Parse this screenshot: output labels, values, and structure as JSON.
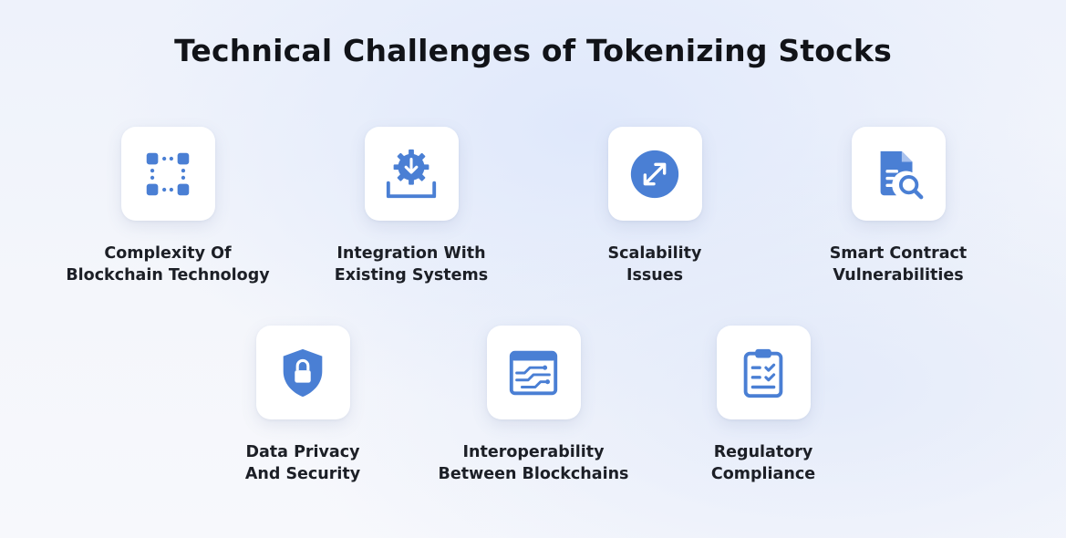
{
  "title": "Technical Challenges of Tokenizing Stocks",
  "accent_color": "#4a7fd4",
  "items": [
    {
      "icon": "dashed-square-nodes-icon",
      "line1": "Complexity Of",
      "line2": "Blockchain Technology"
    },
    {
      "icon": "gear-download-icon",
      "line1": "Integration With",
      "line2": "Existing Systems"
    },
    {
      "icon": "resize-arrows-icon",
      "line1": "Scalability",
      "line2": "Issues"
    },
    {
      "icon": "document-search-icon",
      "line1": "Smart Contract",
      "line2": "Vulnerabilities"
    },
    {
      "icon": "shield-lock-icon",
      "line1": "Data Privacy",
      "line2": "And Security"
    },
    {
      "icon": "circuit-window-icon",
      "line1": "Interoperability",
      "line2": "Between Blockchains"
    },
    {
      "icon": "clipboard-checklist-icon",
      "line1": "Regulatory",
      "line2": "Compliance"
    }
  ]
}
